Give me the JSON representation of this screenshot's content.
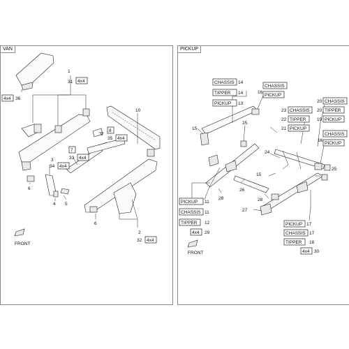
{
  "panels": {
    "left_title": "VAN",
    "right_title": "PICKUP"
  },
  "van": {
    "c1_num": "1",
    "c1_pos": "31",
    "c1_tag": "4x4",
    "c36_tag": "4x4",
    "c36_pos": "36",
    "c10": "10",
    "c9": "9",
    "c8_num": "8",
    "c8_pos": "35",
    "c8_tag": "4x4",
    "c7_num": "7",
    "c7_pos": "33",
    "c7_tag": "4x4",
    "c3_num": "3",
    "c3_pos": "34",
    "c3_tag": "4x4",
    "c6a": "6",
    "c6b": "6",
    "c4": "4",
    "c5": "5",
    "c2_num": "2",
    "c2_pos": "32",
    "c2_tag": "4x4",
    "front": "FRONT"
  },
  "pickup": {
    "r14a_label": "CHASSIS",
    "r14a_num": "14",
    "r14b_label": "TIPPER",
    "r14b_num": "14",
    "r13_label": "PICKUP",
    "r13_num": "13",
    "r16a": "16",
    "r16a_l1": "CHASSIS",
    "r16a_l2": "PICKUP",
    "r20a_num": "20",
    "r20a_label": "CHASSIS",
    "r20b_num": "20",
    "r20b_label": "TIPPER",
    "r19_num": "19",
    "r19_label": "PICKUP",
    "r23_num": "23",
    "r23_label": "CHASSIS",
    "r22_num": "22",
    "r22_label": "TIPPER",
    "r21_num": "21",
    "r21_label": "PICKUP",
    "r16b": "16",
    "r16b_l1": "CHASSIS",
    "r16b_l2": "PICKUP",
    "r15a": "15",
    "r15b": "15",
    "r25a": "25",
    "r25b": "25",
    "r24": "24",
    "r26": "26",
    "r28a": "28",
    "r28b": "28",
    "r27": "27",
    "r11a_label": "PICKUP",
    "r11a_num": "11",
    "r11b_label": "CHASSIS",
    "r11b_num": "11",
    "r12_label": "TIPPER",
    "r12_num": "12",
    "r29_tag": "4x4",
    "r29_num": "29",
    "r17a_label": "PICKUP",
    "r17a_num": "17",
    "r17b_label": "CHASSIS",
    "r17b_num": "17",
    "r18_label": "TIPPER",
    "r18_num": "18",
    "r30_tag": "4x4",
    "r30_num": "30",
    "front": "FRONT"
  }
}
